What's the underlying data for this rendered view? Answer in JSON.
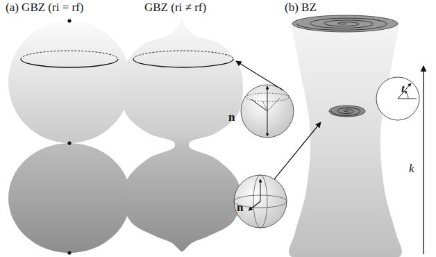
{
  "diagram": {
    "labels": [
      "(a) GBZ (ri = rf)",
      "GBZ (ri ≠ rf)",
      "(b) BZ",
      "n",
      "n",
      "t",
      "k"
    ]
  }
}
